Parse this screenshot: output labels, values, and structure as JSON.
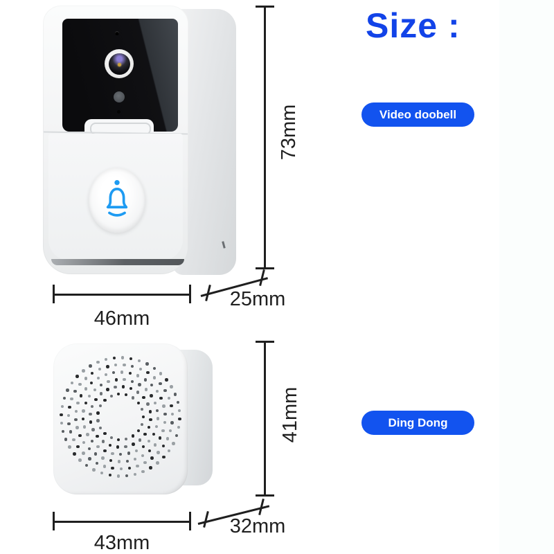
{
  "title": "Size :",
  "colors": {
    "accent": "#1243e8",
    "pill": "#1253ef",
    "bell": "#1e9bf2",
    "dim": "#1f1f1f"
  },
  "doorbell": {
    "label": "Video doobell",
    "height": "73mm",
    "width": "46mm",
    "depth": "25mm"
  },
  "chime": {
    "label": "Ding Dong",
    "height": "41mm",
    "width": "43mm",
    "depth": "32mm"
  }
}
